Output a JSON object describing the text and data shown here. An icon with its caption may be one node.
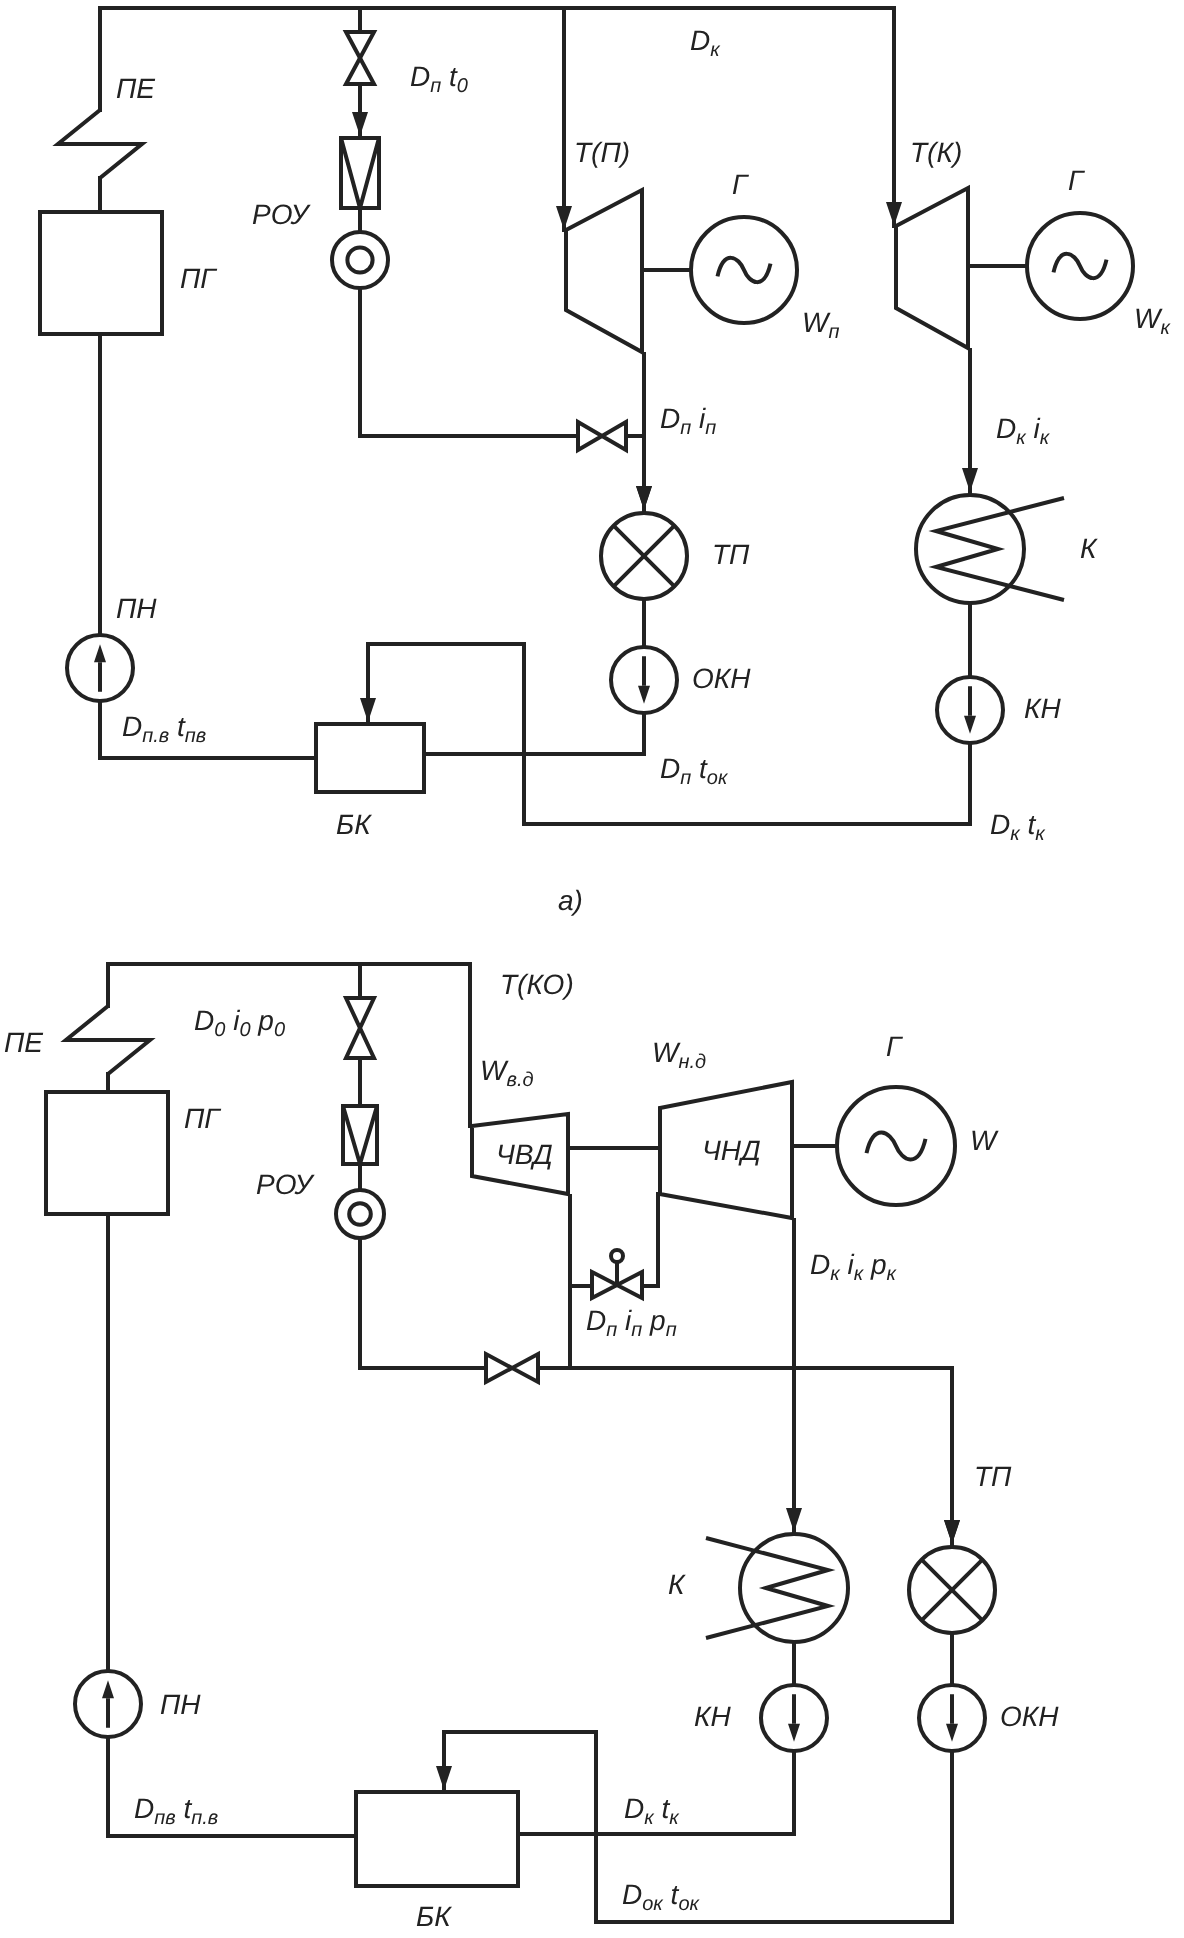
{
  "diagram": {
    "nodes": [
      {
        "text": [
          "ПЕ"
        ]
      },
      {
        "text": [],
        "shape": "valve"
      },
      {
        "text": [
          "РОУ"
        ]
      },
      {
        "text": [
          "Т(П)"
        ]
      },
      {
        "text": [
          "Г"
        ],
        "beside": [
          "W$_{п}$"
        ]
      },
      {
        "text": [
          "Т(К)"
        ]
      },
      {
        "text": [
          "Г"
        ],
        "beside": [
          "W$_{к}$"
        ]
      },
      {
        "text": [
          "ПГ"
        ]
      },
      {
        "text": [],
        "shape": "valve"
      },
      {
        "text": [
          "ТП"
        ]
      },
      {
        "text": [
          "К"
        ]
      },
      {
        "text": [
          "ОКН"
        ]
      },
      {
        "text": [
          "КН"
        ]
      },
      {
        "text": [
          "ПН"
        ]
      },
      {
        "text": [
          "БК"
        ]
      },
      {
        "text": [
          "ПЕ"
        ]
      },
      {
        "text": [],
        "shape": "valve"
      },
      {
        "text": [
          "РОУ"
        ]
      },
      {
        "text": [
          "ЧВД"
        ],
        "beside": [
          "W$_{в.д}$"
        ]
      },
      {
        "text": [
          "ЧНД"
        ],
        "beside": [
          "W$_{н.д}$"
        ]
      },
      {
        "text": [
          "Г"
        ],
        "beside": [
          "W"
        ]
      },
      {
        "text": [
          "ПГ"
        ]
      },
      {
        "text": [],
        "shape": "valve"
      },
      {
        "text": [],
        "shape": "valve"
      },
      {
        "text": [
          "К"
        ]
      },
      {
        "text": [
          "ТП"
        ]
      },
      {
        "text": [
          "КН"
        ]
      },
      {
        "text": [
          "ОКН"
        ]
      },
      {
        "text": [
          "ПН"
        ]
      },
      {
        "text": [
          "БК"
        ]
      }
    ],
    "edges": [
      {
        "from": 7,
        "to": 0,
        "arrow": "none"
      },
      {
        "from": 0,
        "to": 1,
        "arrow": "none",
        "label": "D$_{п}$ t$_{0}$"
      },
      {
        "from": 1,
        "to": 2,
        "arrow": "to"
      },
      {
        "from": 0,
        "to": 3,
        "arrow": "to"
      },
      {
        "from": 0,
        "to": 5,
        "arrow": "to",
        "label": "D$_{к}$"
      },
      {
        "from": 3,
        "to": 4,
        "arrow": "none"
      },
      {
        "from": 5,
        "to": 6,
        "arrow": "none"
      },
      {
        "from": 2,
        "to": 8,
        "arrow": "none"
      },
      {
        "from": 8,
        "to": 9,
        "arrow": "to"
      },
      {
        "from": 3,
        "to": 9,
        "arrow": "to",
        "label": "D$_{п}$ i$_{п}$"
      },
      {
        "from": 5,
        "to": 10,
        "arrow": "to",
        "label": "D$_{к}$ i$_{к}$"
      },
      {
        "from": 9,
        "to": 11,
        "arrow": "none"
      },
      {
        "from": 10,
        "to": 12,
        "arrow": "none"
      },
      {
        "from": 11,
        "to": 14,
        "arrow": "none",
        "label": "D$_{п}$ t$_{ок}$"
      },
      {
        "from": 12,
        "to": 14,
        "arrow": "to",
        "label": "D$_{к}$ t$_{к}$"
      },
      {
        "from": 14,
        "to": 13,
        "arrow": "none",
        "label": "D$_{п.в}$ t$_{пв}$"
      },
      {
        "from": 13,
        "to": 7,
        "arrow": "none"
      },
      {
        "from": 21,
        "to": 15,
        "arrow": "none"
      },
      {
        "from": 15,
        "to": 16,
        "arrow": "none",
        "label": "D$_{0}$ i$_{0}$ p$_{0}$"
      },
      {
        "from": 16,
        "to": 17,
        "arrow": "none"
      },
      {
        "from": 15,
        "to": 18,
        "arrow": "none"
      },
      {
        "from": 18,
        "to": 19,
        "arrow": "none"
      },
      {
        "from": 19,
        "to": 20,
        "arrow": "none"
      },
      {
        "from": 18,
        "to": 22,
        "arrow": "none"
      },
      {
        "from": 22,
        "to": 19,
        "arrow": "none"
      },
      {
        "from": 18,
        "to": 25,
        "arrow": "to",
        "label": "D$_{п}$ i$_{п}$ p$_{п}$"
      },
      {
        "from": 17,
        "to": 23,
        "arrow": "none"
      },
      {
        "from": 23,
        "to": 25,
        "arrow": "to"
      },
      {
        "from": 19,
        "to": 24,
        "arrow": "to",
        "label": "D$_{к}$ i$_{к}$ p$_{к}$"
      },
      {
        "from": 24,
        "to": 26,
        "arrow": "none"
      },
      {
        "from": 25,
        "to": 27,
        "arrow": "none"
      },
      {
        "from": 26,
        "to": 29,
        "arrow": "none",
        "label": "D$_{к}$ t$_{к}$"
      },
      {
        "from": 27,
        "to": 29,
        "arrow": "to",
        "label": "D$_{ок}$ t$_{ок}$"
      },
      {
        "from": 29,
        "to": 28,
        "arrow": "none",
        "label": "D$_{пв}$ t$_{п.в}$"
      },
      {
        "from": 28,
        "to": 21,
        "arrow": "none"
      }
    ],
    "labels": [
      "а)",
      "Т(КО)"
    ]
  }
}
